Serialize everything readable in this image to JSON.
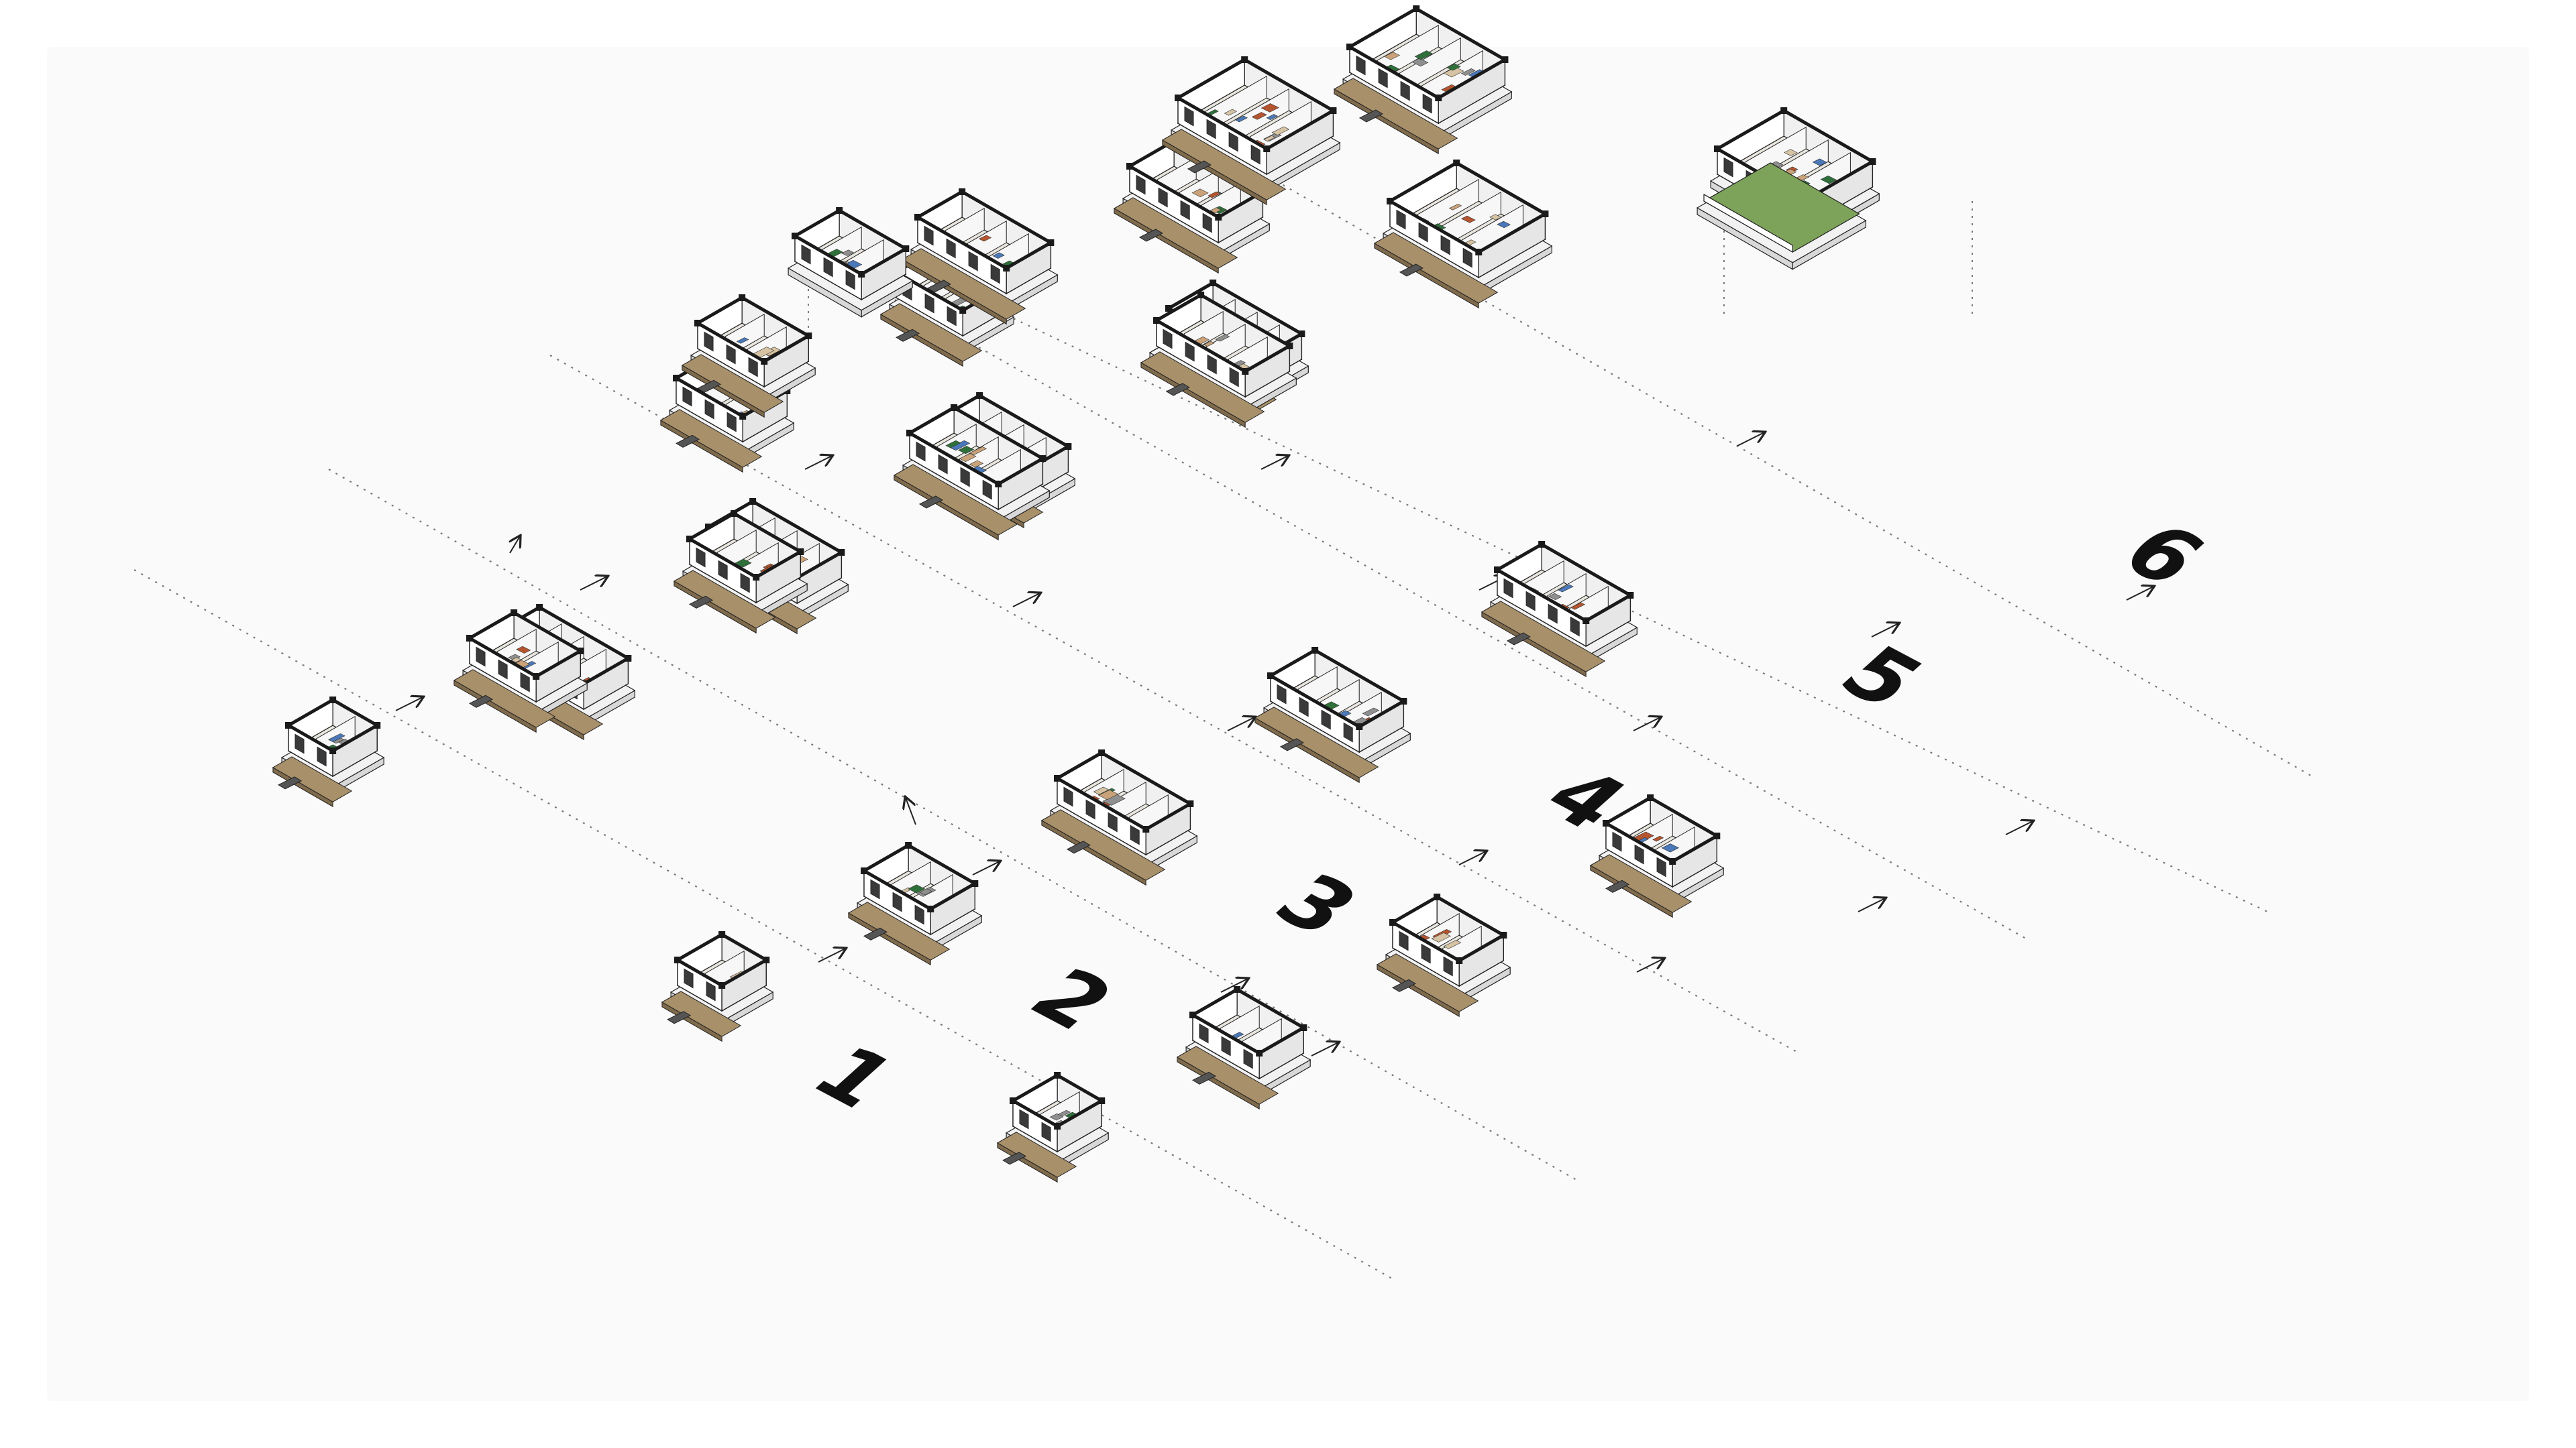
{
  "colors": {
    "panel": "#fafafa",
    "wall_top": "#1a1a1a",
    "wall_face": "#ffffff",
    "wall_side": "#f0f0f0",
    "floor": "#e9e6df",
    "deck": "#a8906a",
    "deck_side": "#7f6a4c",
    "base": "#f2f2f2",
    "base_side": "#d8d8d8",
    "stair": "#555555",
    "window": "#3a3a3a",
    "line": "#222222",
    "guide": "#7a7a7a",
    "roof_garden": "#7da35a",
    "furniture": [
      "#b5552f",
      "#c9a27a",
      "#8f8f8f",
      "#2f6f3a",
      "#4a78b8",
      "#d6c3a3"
    ]
  },
  "rows": [
    {
      "label": "1"
    },
    {
      "label": "2"
    },
    {
      "label": "3"
    },
    {
      "label": "4"
    },
    {
      "label": "5"
    },
    {
      "label": "6"
    }
  ],
  "units": [
    {
      "id": "r1-a",
      "row": 1,
      "col": 0,
      "u": 2,
      "v": 2
    },
    {
      "id": "r1-b",
      "row": 1,
      "col": 1,
      "u": 3,
      "v": 2
    },
    {
      "id": "r1-c",
      "row": 1,
      "col": 2,
      "u": 3,
      "v": 2
    },
    {
      "id": "r1-d",
      "row": 1,
      "col": 3,
      "u": 3,
      "v": 2
    },
    {
      "id": "r2-a",
      "row": 2,
      "col": 0,
      "u": 2,
      "v": 2
    },
    {
      "id": "r2-b",
      "row": 2,
      "col": 1,
      "u": 3,
      "v": 2
    },
    {
      "id": "r2-c",
      "row": 2,
      "col": 2,
      "u": 4,
      "v": 2
    },
    {
      "id": "r2-d",
      "row": 2,
      "col": 3,
      "u": 4,
      "v": 2
    },
    {
      "id": "r2-e",
      "row": 2,
      "col": 4,
      "u": 4,
      "v": 2
    },
    {
      "id": "r3-a",
      "row": 3,
      "col": 0,
      "u": 2,
      "v": 2
    },
    {
      "id": "r3-b",
      "row": 3,
      "col": 1,
      "u": 4,
      "v": 2
    },
    {
      "id": "r3-c",
      "row": 3,
      "col": 2,
      "u": 4,
      "v": 2
    },
    {
      "id": "r3-d",
      "row": 3,
      "col": 3,
      "u": 4,
      "v": 2
    },
    {
      "id": "r3-e",
      "row": 3,
      "col": 4,
      "u": 4,
      "v": 2
    },
    {
      "id": "r4-a",
      "row": 4,
      "col": 0,
      "u": 3,
      "v": 2
    },
    {
      "id": "r4-b",
      "row": 4,
      "col": 1,
      "u": 3,
      "v": 2
    },
    {
      "id": "r4-c",
      "row": 4,
      "col": 2,
      "u": 4,
      "v": 2
    },
    {
      "id": "r4-d",
      "row": 4,
      "col": 3,
      "u": 4,
      "v": 2
    },
    {
      "id": "r4-e",
      "row": 4,
      "col": 4,
      "u": 4,
      "v": 3
    },
    {
      "id": "r5-a",
      "row": 5,
      "col": 1,
      "u": 3,
      "v": 2
    },
    {
      "id": "r5-b",
      "row": 5,
      "col": 2,
      "u": 3,
      "v": 2
    },
    {
      "id": "r5-c",
      "row": 5,
      "col": 3,
      "u": 4,
      "v": 2
    },
    {
      "id": "r5-d",
      "row": 5,
      "col": 4,
      "u": 4,
      "v": 3
    },
    {
      "id": "r6-a",
      "row": 6,
      "col": 0,
      "u": 3,
      "v": 2
    },
    {
      "id": "r6-b",
      "row": 6,
      "col": 1,
      "u": 4,
      "v": 2
    },
    {
      "id": "r6-c",
      "row": 6,
      "col": 2,
      "u": 4,
      "v": 3
    }
  ]
}
